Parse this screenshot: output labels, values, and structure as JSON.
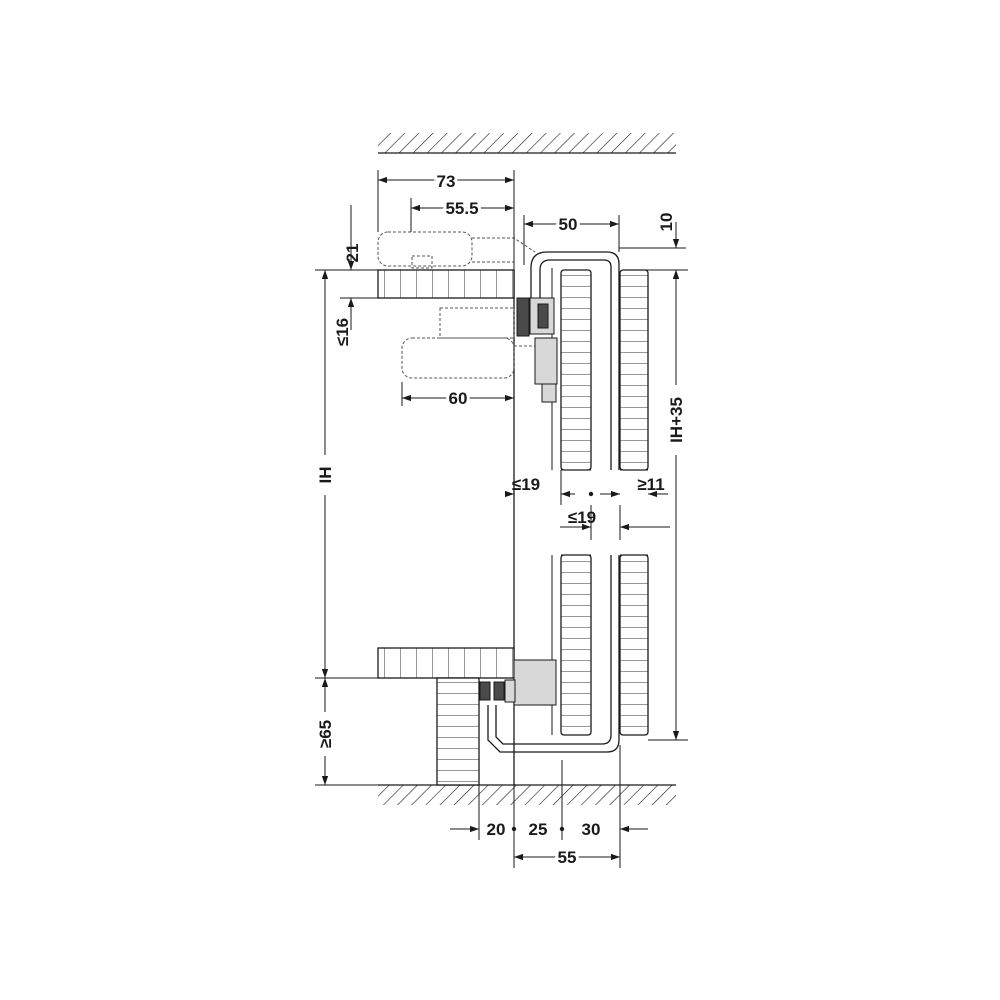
{
  "labels": {
    "dim_73": "73",
    "dim_55_5": "55.5",
    "dim_50": "50",
    "dim_10": "10",
    "dim_21": "21",
    "dim_le16": "≤16",
    "dim_60": "60",
    "dim_ih": "IH",
    "dim_ih35": "IH+35",
    "dim_le19_left": "≤19",
    "dim_ge11": "≥11",
    "dim_le19_mid": "≤19",
    "dim_ge65": "≥65",
    "dim_20": "20",
    "dim_25": "25",
    "dim_30": "30",
    "dim_55": "55"
  },
  "colors": {
    "line": "#1a1a1a",
    "background": "#ffffff",
    "fitting_grey": "#d8d8d8"
  }
}
